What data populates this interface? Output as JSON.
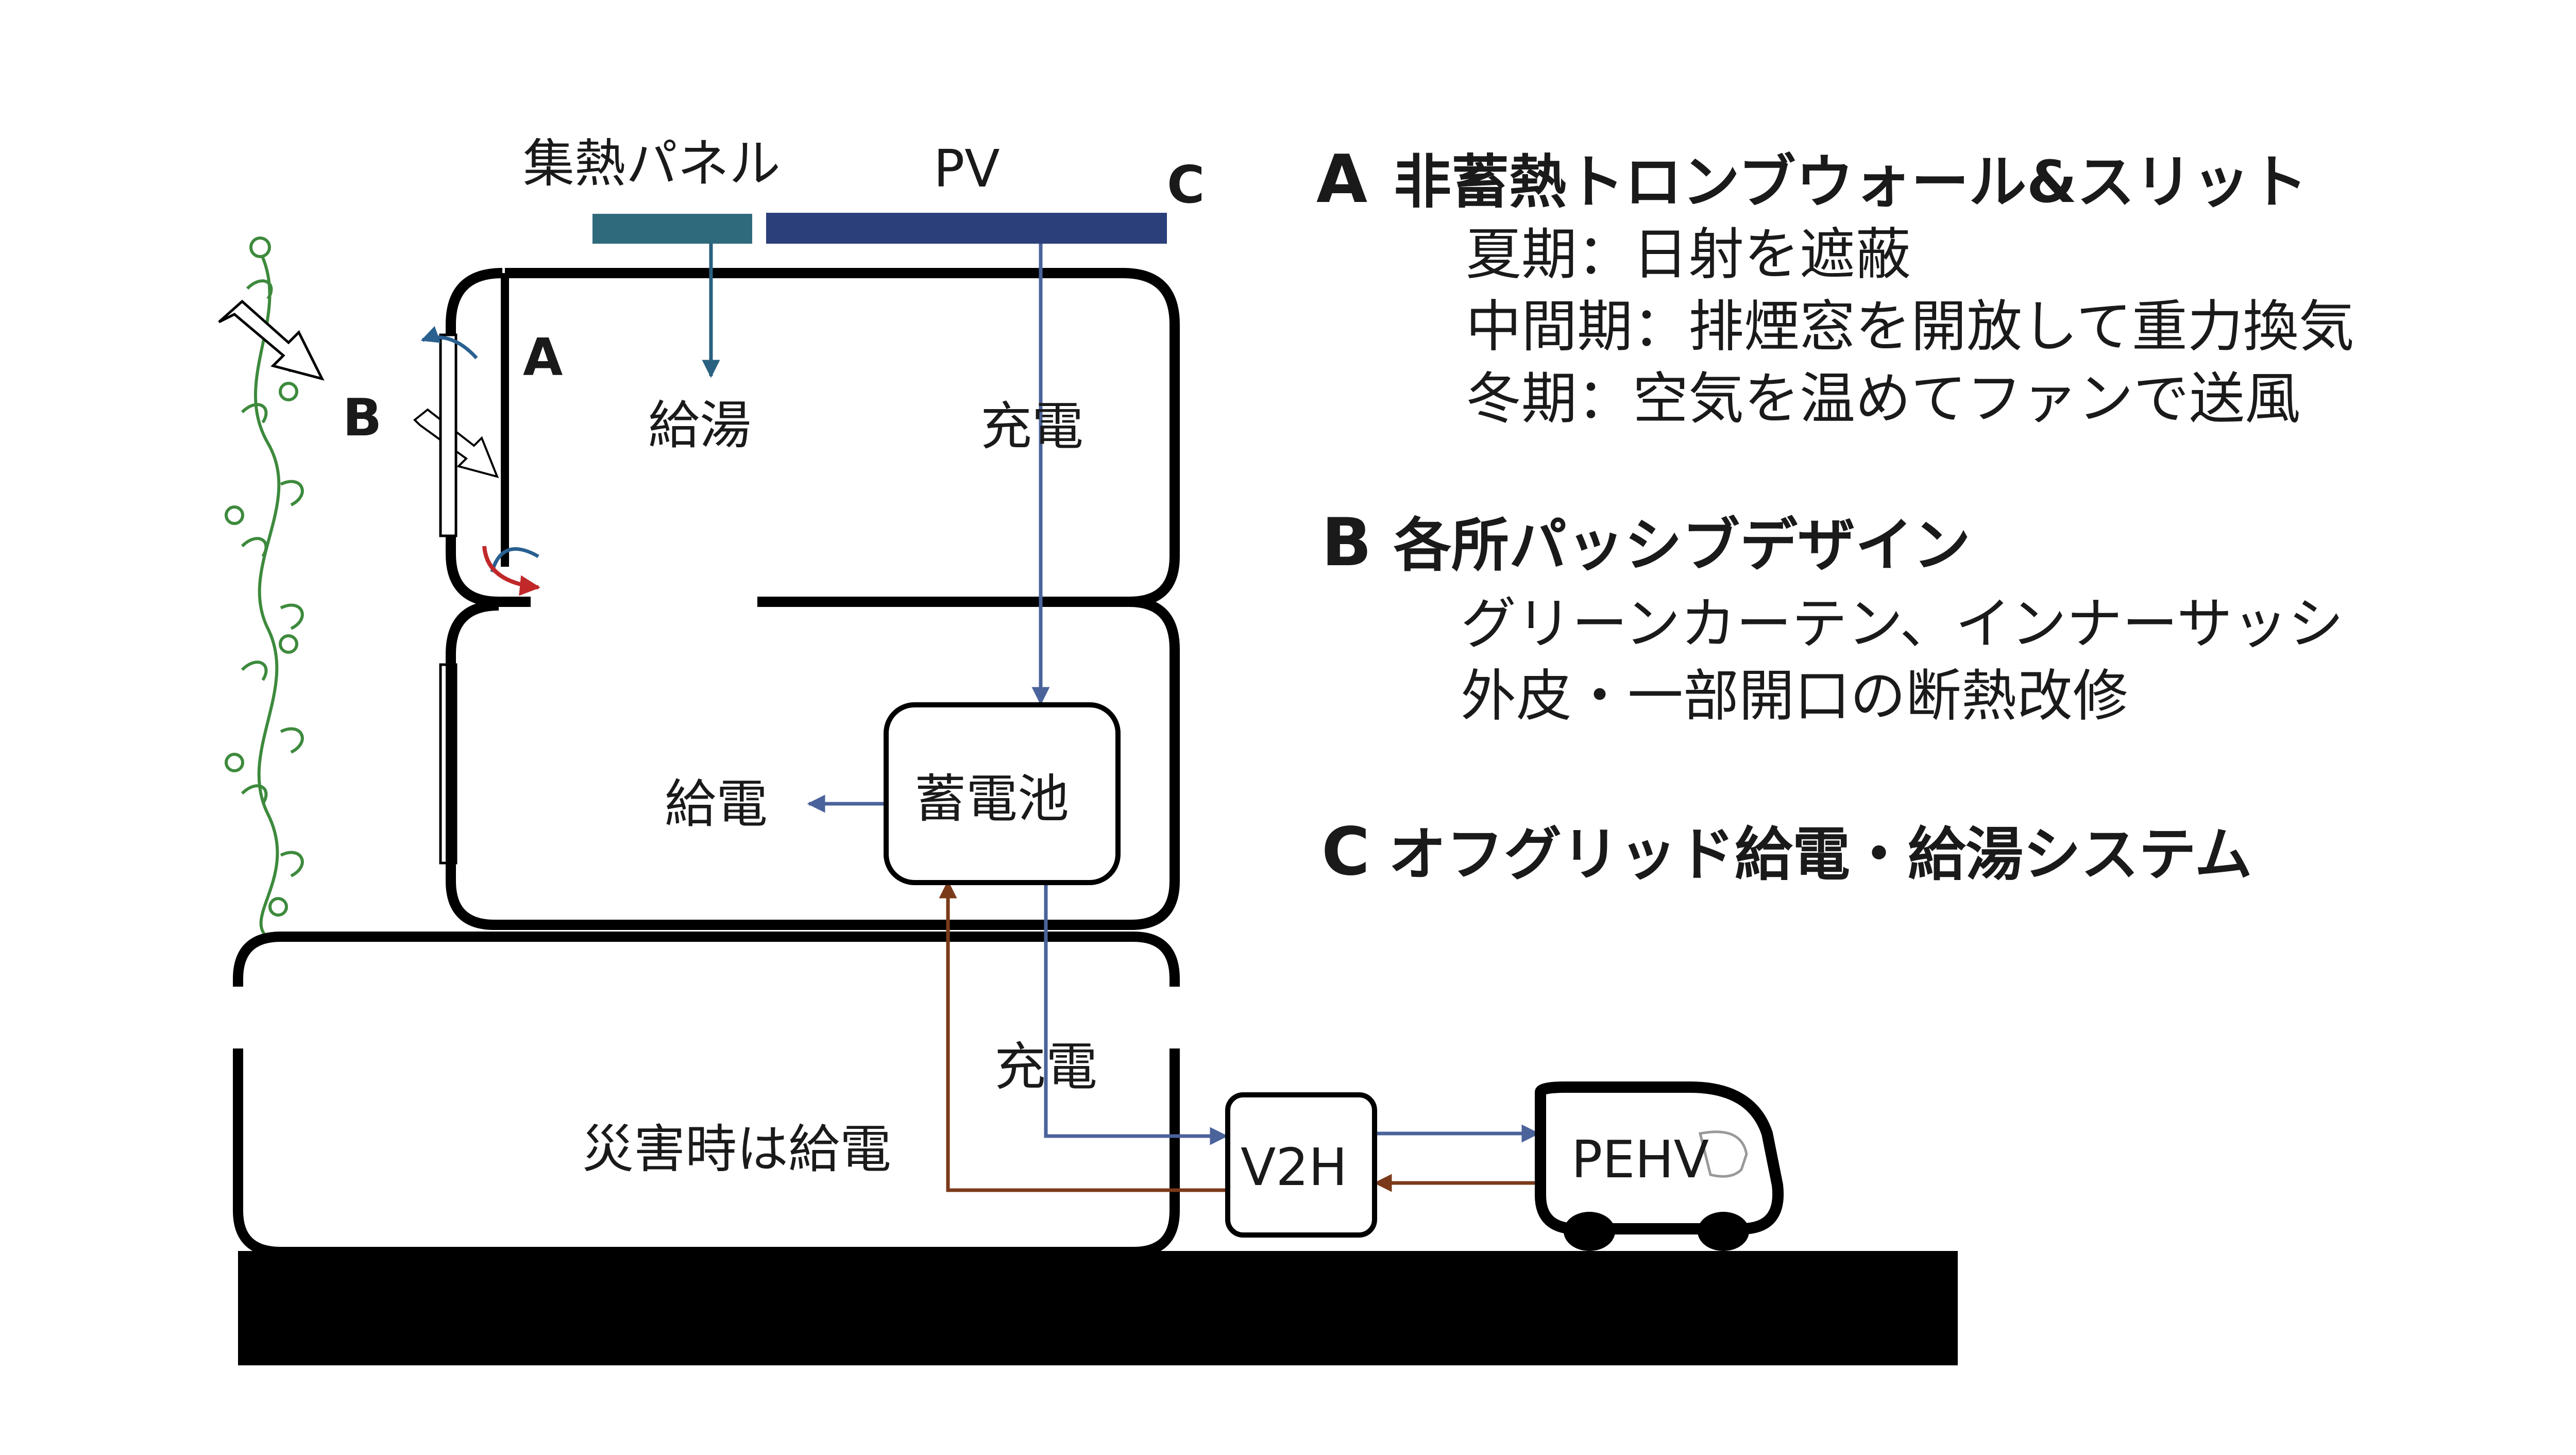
{
  "diagram": {
    "labels": {
      "collector": "集熱パネル",
      "pv": "PV",
      "hot_water": "給湯",
      "charge_top": "充電",
      "battery": "蓄電池",
      "power_supply": "給電",
      "charge_bottom": "充電",
      "disaster": "災害時は給電",
      "v2h": "V2H",
      "vehicle": "PEHV",
      "marker_a": "A",
      "marker_b": "B",
      "marker_c": "C"
    },
    "colors": {
      "collector": "#2f6a7c",
      "pv": "#2b3f7a",
      "hot_water_arrow": "#2a6080",
      "charge_arrow": "#4b639b",
      "supply_arrow": "#7a3a1a",
      "warm_flow": "#c0282a",
      "cool_flow": "#2a6090",
      "vine": "#3d8a3d",
      "ground": "#000000"
    }
  },
  "legend": {
    "a": {
      "letter": "A",
      "title": "非蓄熱トロンブウォール&スリット",
      "lines": [
        "夏期：日射を遮蔽",
        "中間期：排煙窓を開放して重力換気",
        "冬期：空気を温めてファンで送風"
      ]
    },
    "b": {
      "letter": "B",
      "title": "各所パッシブデザイン",
      "lines": [
        "グリーンカーテン、インナーサッシ",
        "外皮・一部開口の断熱改修"
      ]
    },
    "c": {
      "letter": "C",
      "title": "オフグリッド給電・給湯システム"
    }
  }
}
